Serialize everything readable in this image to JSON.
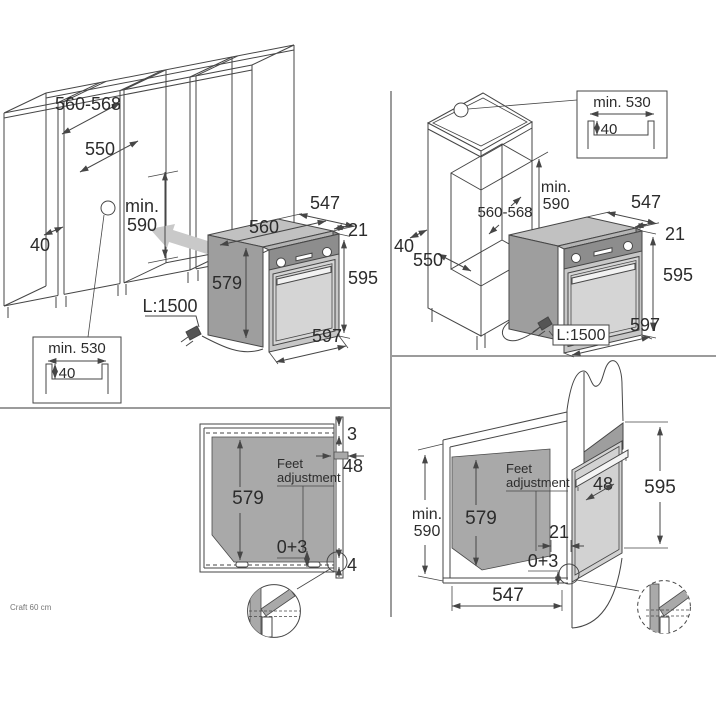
{
  "footer": {
    "note": "Craft 60 cm"
  },
  "colors": {
    "line": "#464646",
    "divider": "#9b9b9b",
    "body_gray": "#a9a9a9",
    "oven_top": "#c1c1c1",
    "oven_side": "#9e9e9e",
    "control_panel": "#8d8d8d",
    "door_light": "#d5d5d5",
    "frame_light": "#c7c7c7",
    "insert_arrow": "#c9c9c9"
  },
  "under_counter": {
    "cabinet_width": "560-568",
    "niche_depth": "550",
    "niche_height_min": "min.",
    "niche_height_value": "590",
    "front_rail": "40",
    "recess": {
      "width": "min. 530",
      "depth": "40"
    },
    "oven": {
      "depth": "547",
      "top_width": "560",
      "frame_offset": "21",
      "body_height": "579",
      "front_height": "595",
      "front_width": "597",
      "cord_length": "L:1500"
    }
  },
  "tall_unit": {
    "recess": {
      "width": "min. 530",
      "depth": "40"
    },
    "niche_height_min": "min.",
    "niche_height_value": "590",
    "niche_width": "560-568",
    "side_clearance": "40",
    "niche_depth": "550",
    "oven": {
      "depth": "547",
      "frame_offset": "21",
      "front_height": "595",
      "front_width": "597",
      "cord_length": "L:1500"
    }
  },
  "counter_section": {
    "top_gap": "3",
    "rail_depth": "48",
    "body_height": "579",
    "feet_label_1": "Feet",
    "feet_label_2": "adjustment",
    "adjust_range": "0+3",
    "bottom_gap": "4"
  },
  "tall_section": {
    "niche_height_min": "min.",
    "niche_height_value": "590",
    "body_height": "579",
    "feet_label_1": "Feet",
    "feet_label_2": "adjustment",
    "rail_depth": "48",
    "front_height": "595",
    "frame_offset": "21",
    "adjust_range": "0+3",
    "bottom_width": "547"
  }
}
